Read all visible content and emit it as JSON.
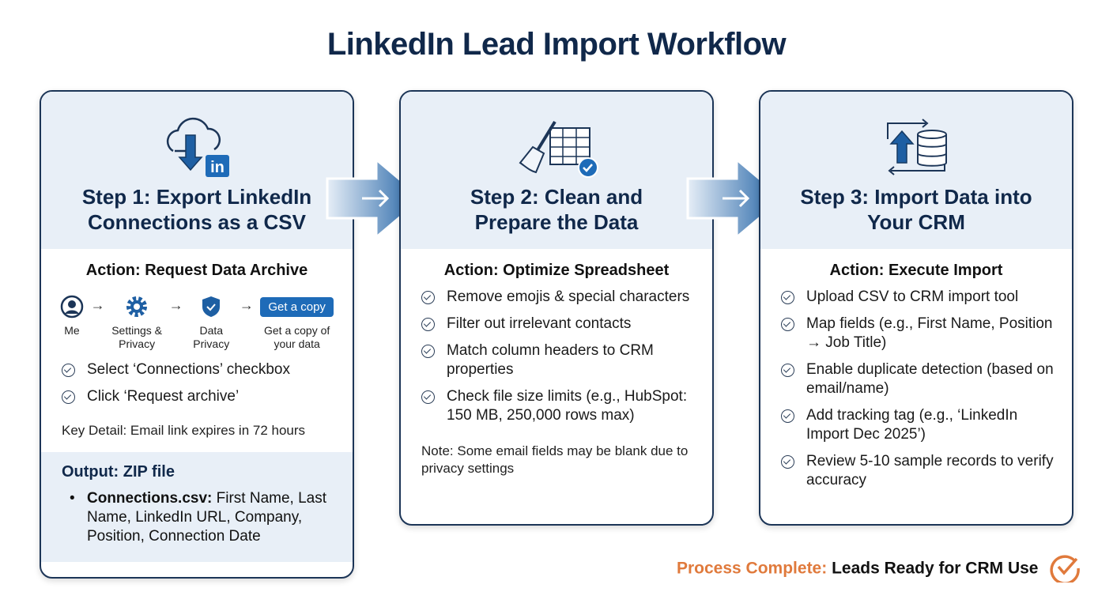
{
  "title": "LinkedIn Lead Import Workflow",
  "colors": {
    "navy": "#10284a",
    "accent": "#1e6bb8",
    "orange": "#e07a3c",
    "panel": "#e8eff7"
  },
  "steps": [
    {
      "icon": "cloud-download-linkedin-icon",
      "title": "Step 1: Export LinkedIn Connections as a CSV",
      "action": "Action: Request Data Archive",
      "flow": [
        {
          "label": "Me",
          "icon": "user-icon"
        },
        {
          "label": "Settings & Privacy",
          "icon": "gear-icon"
        },
        {
          "label": "Data Privacy",
          "icon": "shield-check-icon"
        },
        {
          "label": "Get a copy of your data",
          "button": "Get a copy"
        }
      ],
      "items": [
        "Select ‘Connections’ checkbox",
        "Click ‘Request archive’"
      ],
      "note": "Key Detail: Email link expires in 72 hours",
      "output": {
        "title": "Output: ZIP file",
        "bold": "Connections.csv:",
        "text": " First Name, Last Name, LinkedIn URL, Company, Position, Connection Date"
      }
    },
    {
      "icon": "broom-spreadsheet-check-icon",
      "title": "Step 2: Clean and Prepare the Data",
      "action": "Action: Optimize Spreadsheet",
      "items": [
        "Remove emojis & special characters",
        "Filter out irrelevant contacts",
        "Match column headers to CRM properties",
        "Check file size limits (e.g., HubSpot: 150 MB, 250,000 rows max)"
      ],
      "note": "Note: Some email fields may be blank due to privacy settings"
    },
    {
      "icon": "upload-database-sync-icon",
      "title": "Step 3: Import Data into Your CRM",
      "action": "Action: Execute Import",
      "items": [
        "Upload CSV to CRM import tool",
        "Map fields (e.g., First Name, Position → Job Title)",
        "Enable duplicate detection (based on email/name)",
        "Add tracking tag (e.g., ‘LinkedIn Import Dec 2025’)",
        "Review 5-10 sample records to verify accuracy"
      ]
    }
  ],
  "footer": {
    "label": "Process Complete:",
    "text": " Leads Ready for CRM Use"
  }
}
